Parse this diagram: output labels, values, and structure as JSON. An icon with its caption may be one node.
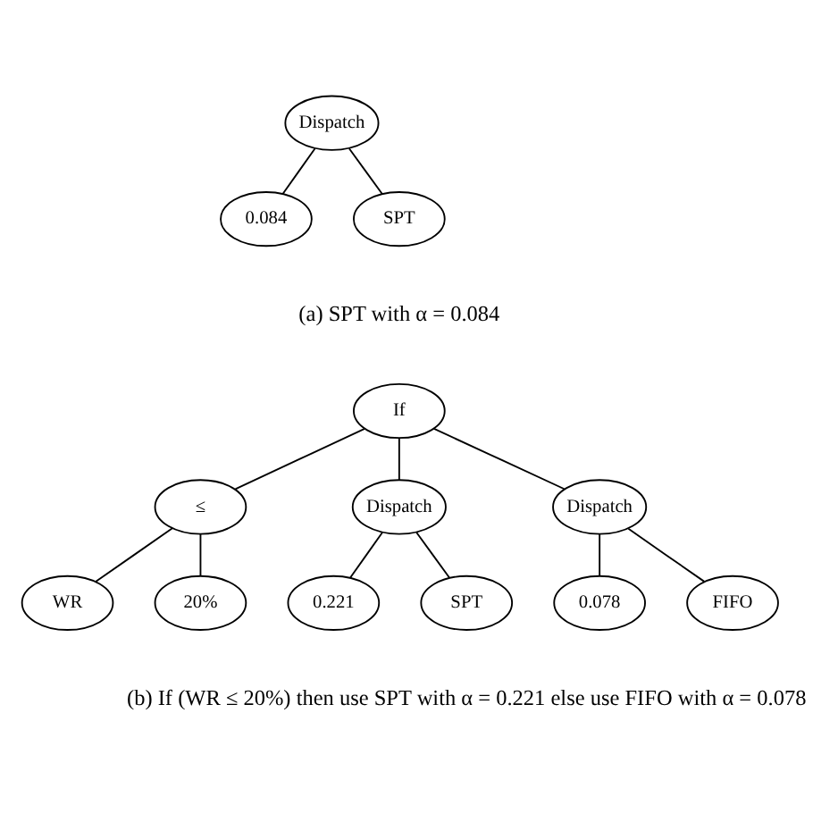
{
  "diagram": {
    "nodes": [
      {
        "text": [
          "Dispatch"
        ]
      },
      {
        "text": [
          "0.084"
        ]
      },
      {
        "text": [
          "SPT"
        ]
      },
      {
        "text": [
          "If"
        ]
      },
      {
        "text": [
          "≤"
        ]
      },
      {
        "text": [
          "Dispatch"
        ]
      },
      {
        "text": [
          "Dispatch"
        ]
      },
      {
        "text": [
          "WR"
        ]
      },
      {
        "text": [
          "20%"
        ]
      },
      {
        "text": [
          "0.221"
        ]
      },
      {
        "text": [
          "SPT"
        ]
      },
      {
        "text": [
          "0.078"
        ]
      },
      {
        "text": [
          "FIFO"
        ]
      }
    ],
    "edges": [
      {
        "from": 0,
        "to": 1,
        "arrow": "none"
      },
      {
        "from": 0,
        "to": 2,
        "arrow": "none"
      },
      {
        "from": 3,
        "to": 4,
        "arrow": "none"
      },
      {
        "from": 3,
        "to": 5,
        "arrow": "none"
      },
      {
        "from": 3,
        "to": 6,
        "arrow": "none"
      },
      {
        "from": 4,
        "to": 7,
        "arrow": "none"
      },
      {
        "from": 4,
        "to": 8,
        "arrow": "none"
      },
      {
        "from": 5,
        "to": 9,
        "arrow": "none"
      },
      {
        "from": 5,
        "to": 10,
        "arrow": "none"
      },
      {
        "from": 6,
        "to": 11,
        "arrow": "none"
      },
      {
        "from": 6,
        "to": 12,
        "arrow": "none"
      }
    ],
    "labels": [
      "(a) SPT with α = 0.084",
      "(b) If (WR ≤ 20%) then use SPT with α = 0.221 else use FIFO with α = 0.078"
    ]
  }
}
